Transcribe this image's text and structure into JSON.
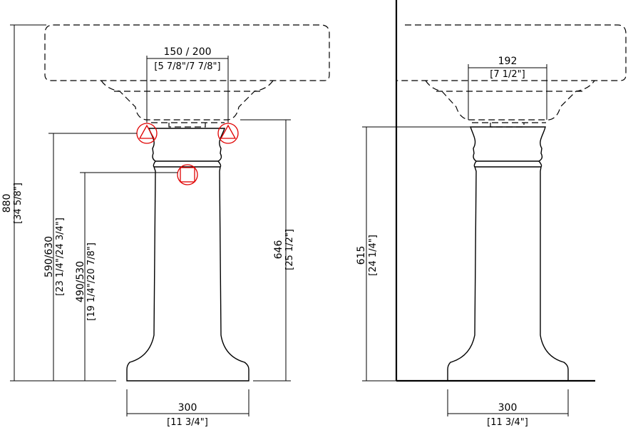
{
  "front_view": {
    "overall_height": {
      "mm": "880",
      "in": "[34 5/8\"]"
    },
    "tap_spacing": {
      "mm": "150 / 200",
      "in": "[5 7/8\"/7 7/8\"]"
    },
    "supply_height": {
      "mm": "590/630",
      "in": "[23 1/4\"/24 3/4\"]"
    },
    "waste_height": {
      "mm": "490/530",
      "in": "[19 1/4\"/20 7/8\"]"
    },
    "pedestal_height": {
      "mm": "646",
      "in": "[25 1/2\"]"
    },
    "base_width": {
      "mm": "300",
      "in": "[11 3/4\"]"
    }
  },
  "side_view": {
    "bowl_depth": {
      "mm": "192",
      "in": "[7 1/2\"]"
    },
    "pedestal_height": {
      "mm": "615",
      "in": "[24 1/4\"]"
    },
    "base_width": {
      "mm": "300",
      "in": "[11 3/4\"]"
    }
  },
  "colors": {
    "lines": "#000000",
    "connection_markers": "#e00000"
  }
}
